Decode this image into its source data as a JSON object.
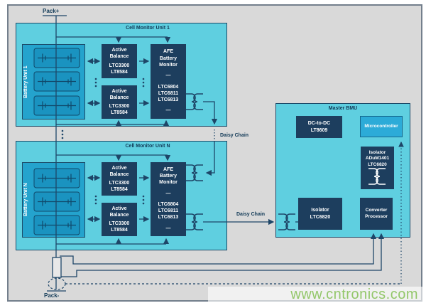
{
  "frame": {
    "watermark": "www.cntronics.com"
  },
  "pack": {
    "positive": "Pack+",
    "negative": "Pack-"
  },
  "daisy_chain": {
    "between_units": "Daisy Chain",
    "to_master": "Daisy Chain"
  },
  "cmu1": {
    "title": "Cell Monitor Unit 1",
    "battery_unit": "Battery Unit 1",
    "active_balance": {
      "title": "Active\nBalance",
      "parts": "LTC3300\nLT8584"
    },
    "afe": {
      "title": "AFE\nBattery\nMonitor",
      "dash": "—",
      "parts": "LTC6804\nLTC6811\nLTC6813"
    }
  },
  "cmuN": {
    "title": "Cell Monitor Unit N",
    "battery_unit": "Battery Unit N",
    "active_balance": {
      "title": "Active\nBalance",
      "parts": "LTC3300\nLT8584"
    },
    "afe": {
      "title": "AFE\nBattery\nMonitor",
      "dash": "—",
      "parts": "LTC6804\nLTC6811\nLTC6813"
    }
  },
  "master": {
    "title": "Master BMU",
    "dc_dc": "DC-to-DC\nLT8609",
    "microcontroller": "Microcontroller",
    "isolator_top": "Isolator\nADuM1401\nLTC6820",
    "isolator_bottom": "Isolator\nLTC6820",
    "converter": "Converter\nProcessor"
  },
  "colors": {
    "background": "#d9d9d9",
    "container": "#5fcfe0",
    "battery": "#24a3cd",
    "block": "#1d3e5e",
    "accent_block": "#2cabd8",
    "wire": "#1e4668",
    "watermark": "#8cc45f"
  }
}
